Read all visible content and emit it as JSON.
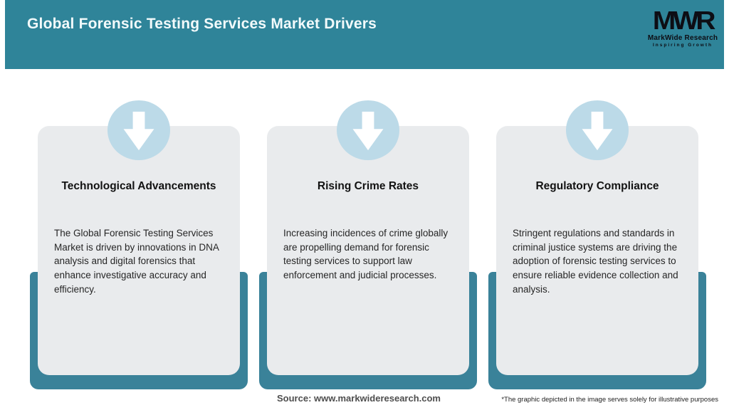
{
  "header": {
    "title": "Global Forensic Testing Services Market Drivers",
    "logo": {
      "monogram": "MWR",
      "name": "MarkWide Research",
      "tagline": "Inspiring Growth"
    }
  },
  "cards": [
    {
      "icon": "down-arrow-icon",
      "title": "Technological Advancements",
      "body": "The Global Forensic Testing Services Market is driven by innovations in DNA analysis and digital forensics that enhance investigative accuracy and efficiency."
    },
    {
      "icon": "down-arrow-icon",
      "title": "Rising Crime Rates",
      "body": "Increasing incidences of crime globally are propelling demand for forensic testing services to support law enforcement and judicial processes."
    },
    {
      "icon": "down-arrow-icon",
      "title": "Regulatory Compliance",
      "body": "Stringent regulations and standards in criminal justice systems are driving the adoption of forensic testing services to ensure reliable evidence collection and analysis."
    }
  ],
  "footer": {
    "source": "Source: www.markwideresearch.com",
    "disclaimer": "*The graphic depicted in the image serves solely for illustrative purposes"
  },
  "colors": {
    "header_teal": "#2F8499",
    "band_teal": "#3A8299",
    "circle_blue": "#BCDAE8",
    "card_gray": "#E9EBED"
  }
}
